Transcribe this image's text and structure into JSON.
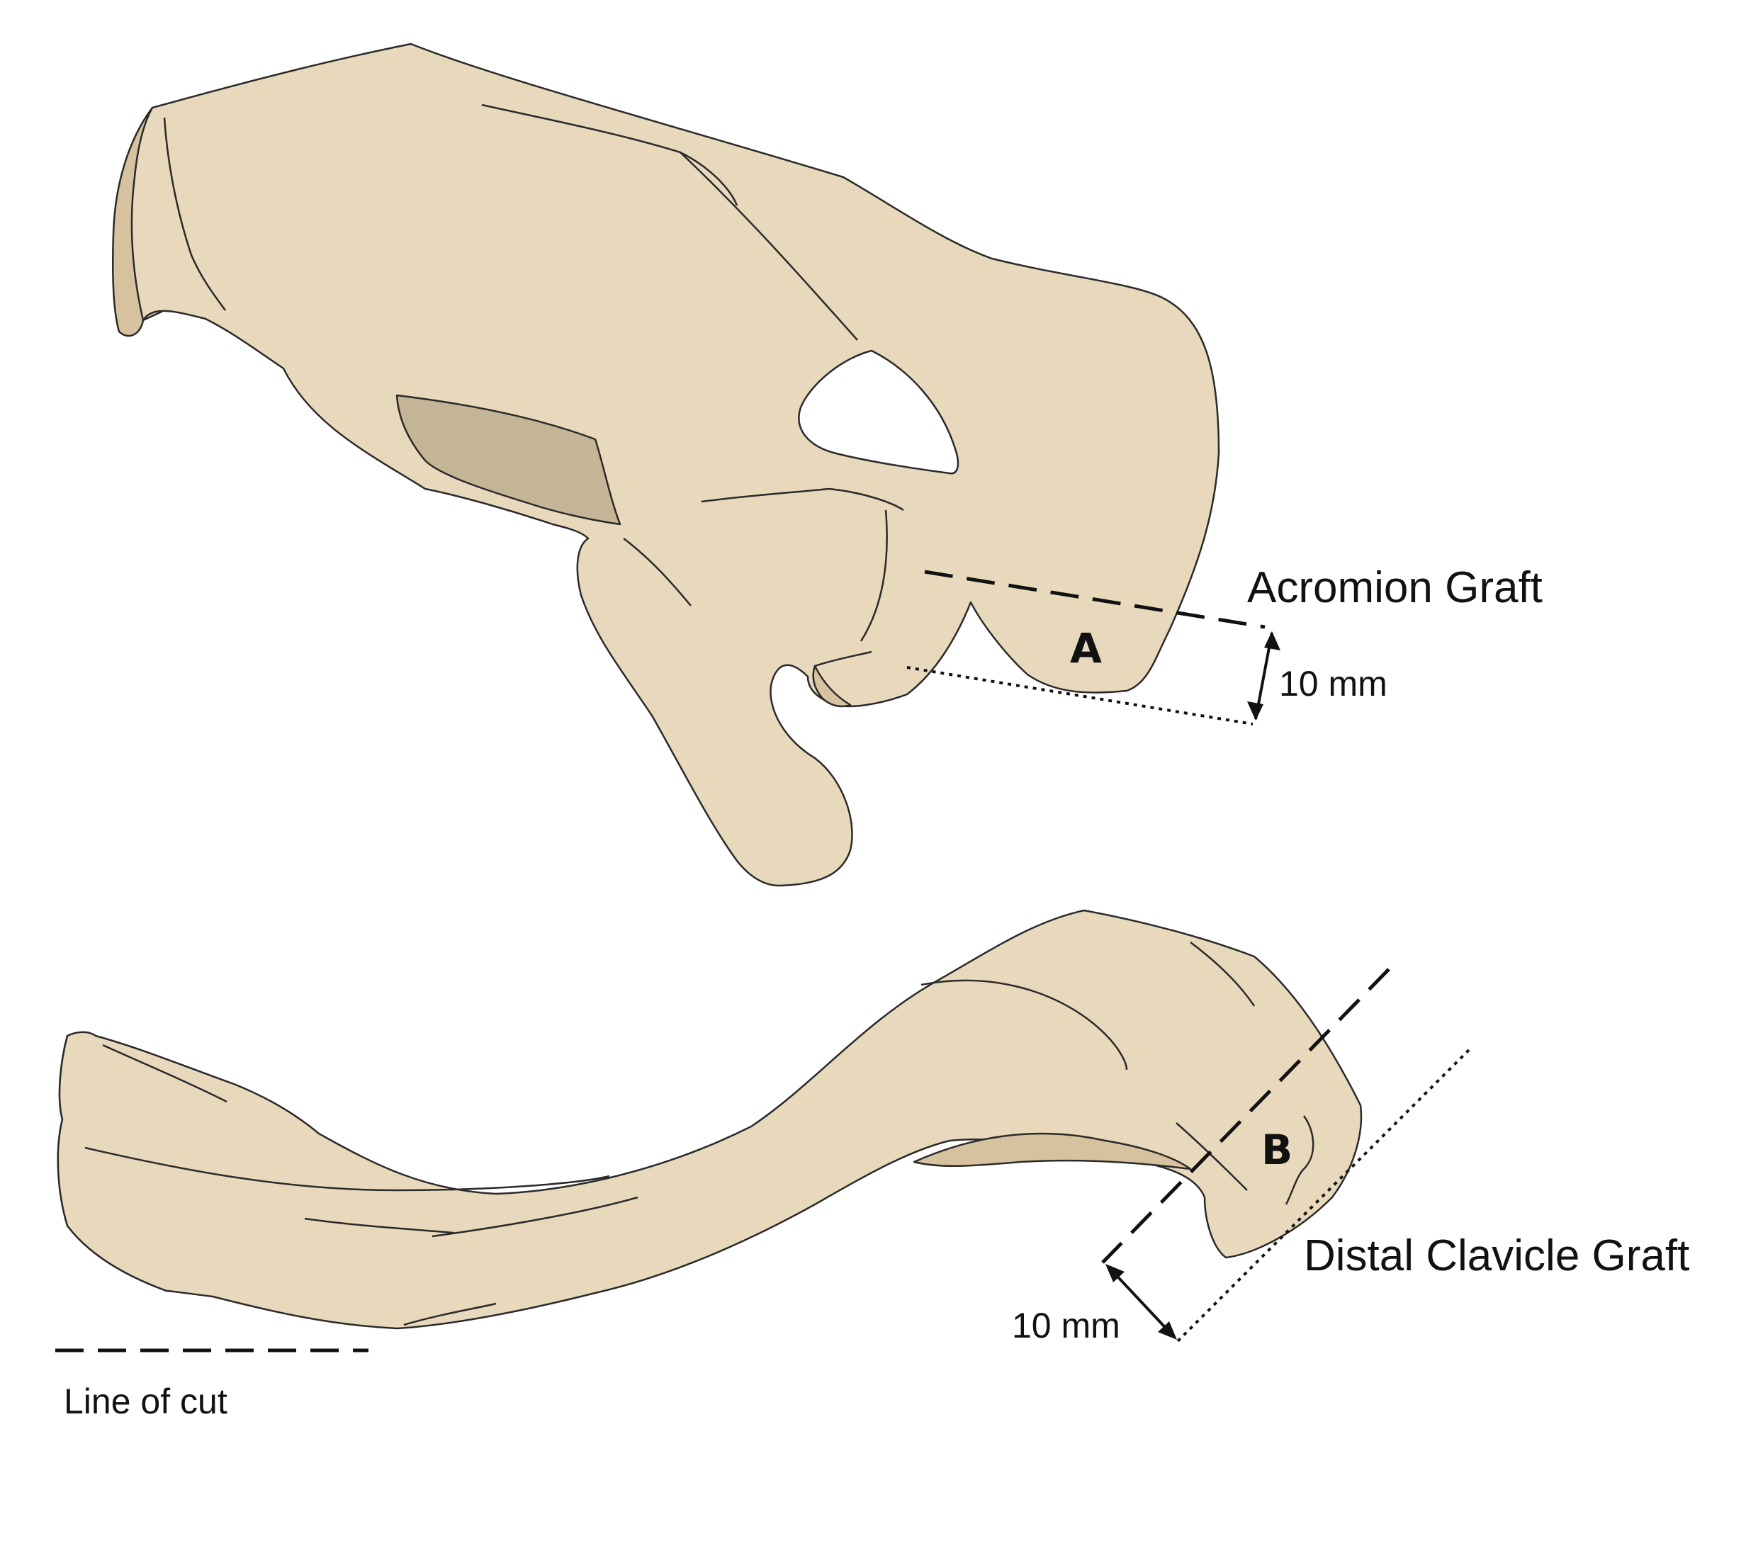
{
  "labels": {
    "acromion_graft": "Acromion Graft",
    "acromion_measure": "10 mm",
    "acromion_marker": "A",
    "clavicle_graft": "Distal Clavicle Graft",
    "clavicle_measure": "10 mm",
    "clavicle_marker": "B"
  },
  "legend": {
    "line_of_cut": "Line of cut"
  },
  "colors": {
    "bone_fill": "#E8D9BD",
    "bone_shadow": "#C5B597",
    "bone_edge": "#D6C29E",
    "outline": "#2a2a2a"
  }
}
